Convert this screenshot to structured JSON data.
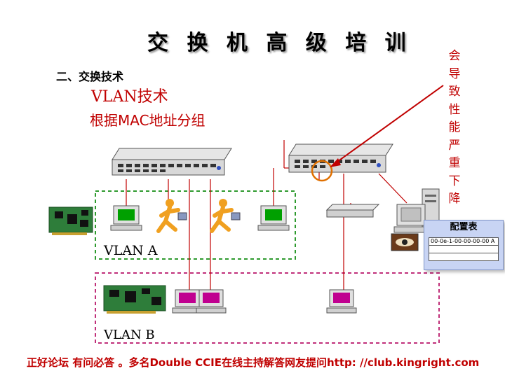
{
  "title": "交 换 机 高 级 培 训",
  "section": "二、交换技术",
  "vlan_tech": "VLAN技术",
  "mac_group": "根据MAC地址分组",
  "warning": "会导致性能严重下降",
  "vlan_a": "VLAN A",
  "vlan_b": "VLAN B",
  "config": {
    "title": "配置表",
    "rows": [
      "00-0e-1-00-00-00-00  A",
      "",
      ""
    ]
  },
  "footer": "正好论坛 有问必答 。多名Double CCIE在线主持解答网友提问http: //club.kingright.com",
  "colors": {
    "accent_red": "#c00000",
    "vlan_a_border": "#2e9a2e",
    "vlan_b_border": "#c0307a",
    "screen_green": "#00a000",
    "screen_magenta": "#c00090",
    "highlight_circle": "#e07000"
  }
}
